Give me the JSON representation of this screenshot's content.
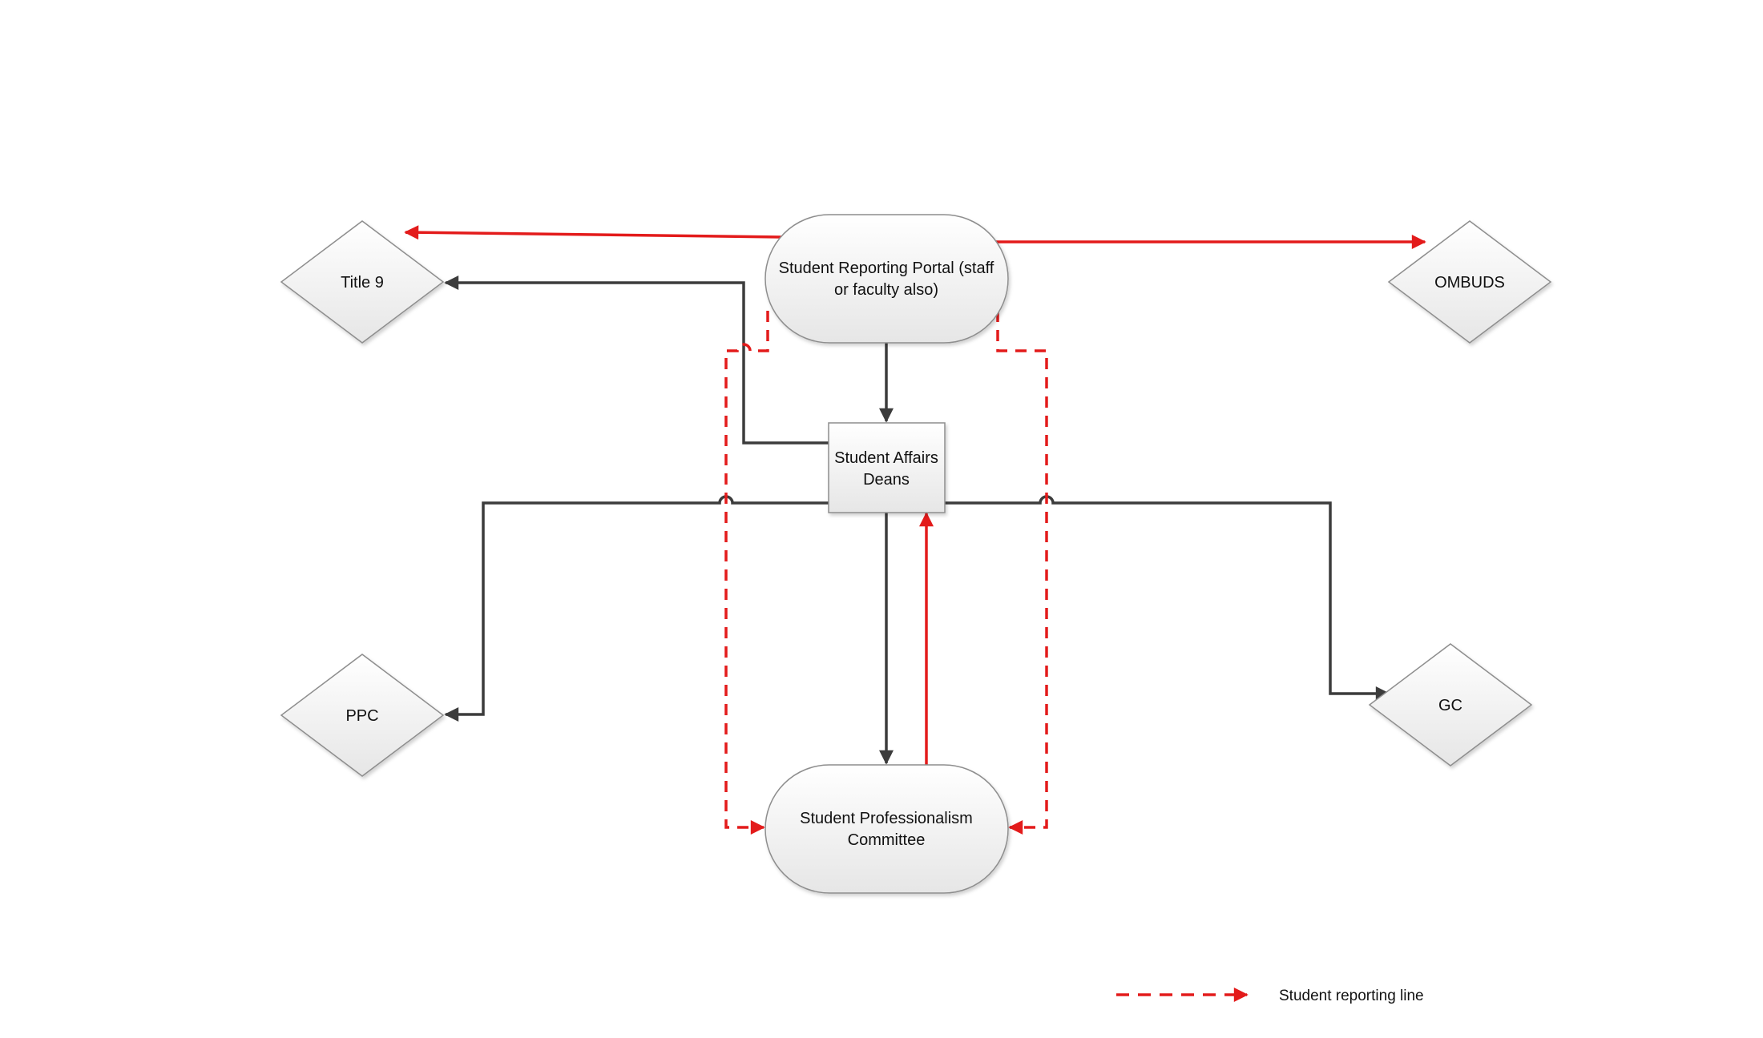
{
  "nodes": {
    "portal": {
      "line1": "Student Reporting Portal (staff",
      "line2": "or faculty also)"
    },
    "deans": {
      "line1": "Student Affairs",
      "line2": "Deans"
    },
    "committee": {
      "line1": "Student Professionalism",
      "line2": "Committee"
    },
    "title9": {
      "label": "Title 9"
    },
    "ombuds": {
      "label": "OMBUDS"
    },
    "ppc": {
      "label": "PPC"
    },
    "gc": {
      "label": "GC"
    }
  },
  "legend": {
    "label": "Student reporting line"
  },
  "colors": {
    "red": "#e31b1b",
    "dark": "#3c3c3c",
    "node_fill_top": "#ffffff",
    "node_fill_bottom": "#e8e8e8",
    "node_stroke": "#8e8e8e"
  }
}
